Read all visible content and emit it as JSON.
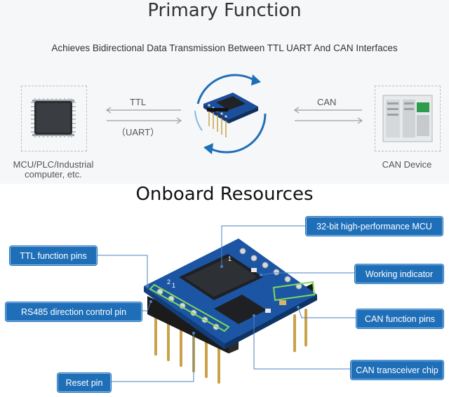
{
  "primary": {
    "title": "Primary Function",
    "subtitle": "Achieves Bidirectional Data Transmission Between TTL UART And CAN Interfaces",
    "left_label_line1": "MCU/PLC/Industrial",
    "left_label_line2": "computer, etc.",
    "ttl_label": "TTL",
    "uart_label": "（UART）",
    "can_label": "CAN",
    "right_label": "CAN Device",
    "icons": [
      "mcu-chip-icon",
      "module-icon",
      "can-device-icon"
    ],
    "accent_color": "#1f6fb8"
  },
  "onboard": {
    "title": "Onboard Resources",
    "callouts": {
      "mcu": "32-bit high-performance MCU",
      "ttl_pins": "TTL function pins",
      "indicator": "Working indicator",
      "rs485": "RS485 direction control pin",
      "can_pins": "CAN function pins",
      "reset": "Reset pin",
      "transceiver": "CAN transceiver chip"
    },
    "pcb_marks": [
      "1",
      "2",
      "1"
    ]
  }
}
